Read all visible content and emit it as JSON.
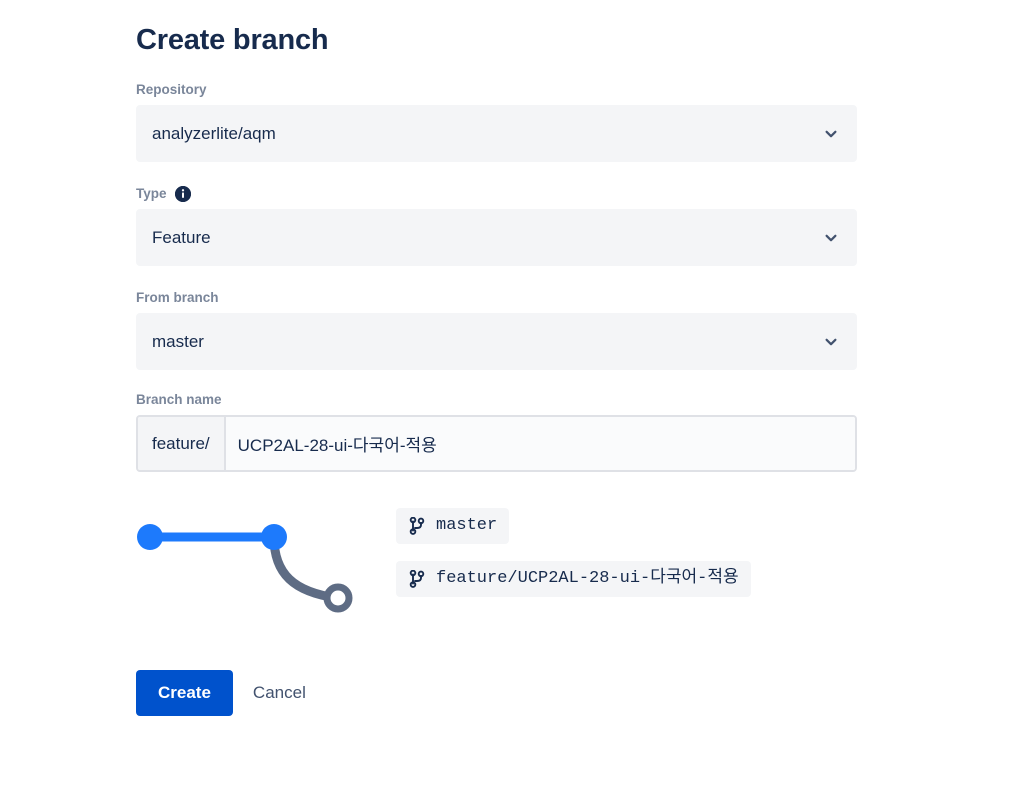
{
  "page": {
    "title": "Create branch"
  },
  "fields": {
    "repository": {
      "label": "Repository",
      "value": "analyzerlite/aqm",
      "chevron_icon": "chevron-down-icon"
    },
    "type": {
      "label": "Type",
      "value": "Feature",
      "info_icon": "info-icon",
      "chevron_icon": "chevron-down-icon"
    },
    "from_branch": {
      "label": "From branch",
      "value": "master",
      "chevron_icon": "chevron-down-icon"
    },
    "branch_name": {
      "label": "Branch name",
      "prefix": "feature/",
      "value": "UCP2AL-28-ui-다국어-적용",
      "placeholder": ""
    }
  },
  "graph": {
    "source_label": "master",
    "target_label": "feature/UCP2AL-28-ui-다국어-적용",
    "branch_icon": "git-branch-icon",
    "colors": {
      "main_line": "#1D7AFC",
      "branch_line": "#5E6C84",
      "node_fill": "#1D7AFC",
      "node_hollow_stroke": "#5E6C84"
    }
  },
  "actions": {
    "create_label": "Create",
    "cancel_label": "Cancel",
    "primary_color": "#0052CC"
  }
}
